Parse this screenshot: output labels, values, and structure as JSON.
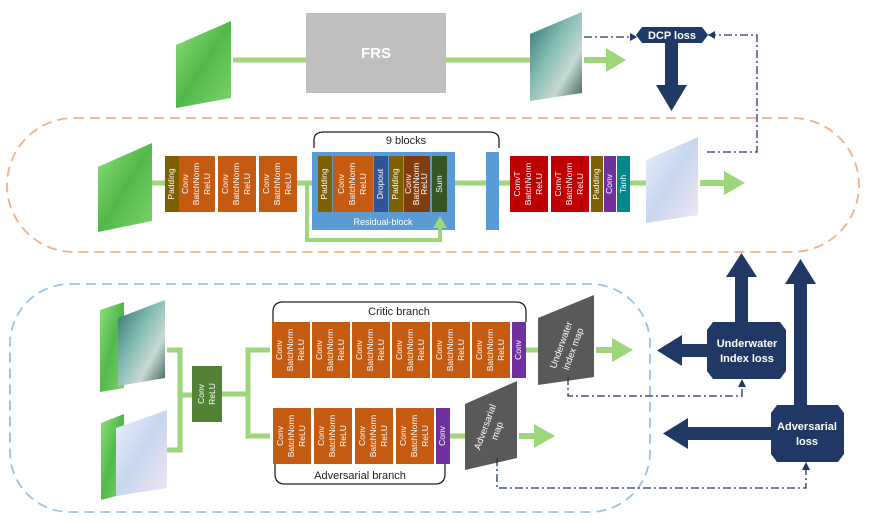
{
  "colors": {
    "arrow_green": "#9ed67b",
    "loss_navy": "#1f3864",
    "conv_orange": "#c55a11",
    "padding_olive": "#7f6000",
    "dropout_blue": "#2f5597",
    "sum_green": "#375623",
    "convt_red": "#c00000",
    "tanh_teal": "#00868b",
    "conv_purple": "#7030a0",
    "residual_blue": "#5b9bd5",
    "critic_gray": "#595959",
    "frs_gray": "#bfbfbf",
    "generator_outline": "#f4b183",
    "discriminator_outline": "#9dc3e6"
  },
  "frs": {
    "label": "FRS"
  },
  "losses": {
    "dcp": "DCP loss",
    "underwater_index": [
      "Underwater",
      "Index loss"
    ],
    "adversarial": [
      "Adversarial",
      "loss"
    ]
  },
  "generator": {
    "padding": "Padding",
    "conv_block": [
      "Conv",
      "BatchNorm",
      "ReLU"
    ],
    "residual": {
      "group_label": "9 blocks",
      "caption": "Residual-block",
      "padding": "Padding",
      "conv_block": [
        "Conv",
        "BatchNorm",
        "ReLU"
      ],
      "dropout": "Dropout",
      "sum": "Sum"
    },
    "convt_block": [
      "ConvT",
      "BatchNorm",
      "ReLU"
    ],
    "conv": "Conv",
    "tanh": "Tanh"
  },
  "discriminator": {
    "shared": [
      "Conv",
      "ReLU"
    ],
    "critic_label": "Critic branch",
    "adversarial_label": "Adversarial branch",
    "conv_block": [
      "Conv",
      "BatchNorm",
      "ReLU"
    ],
    "conv": "Conv",
    "underwater_map": [
      "Underwater",
      "index map"
    ],
    "adversarial_map": [
      "Adversarial",
      "map"
    ]
  }
}
